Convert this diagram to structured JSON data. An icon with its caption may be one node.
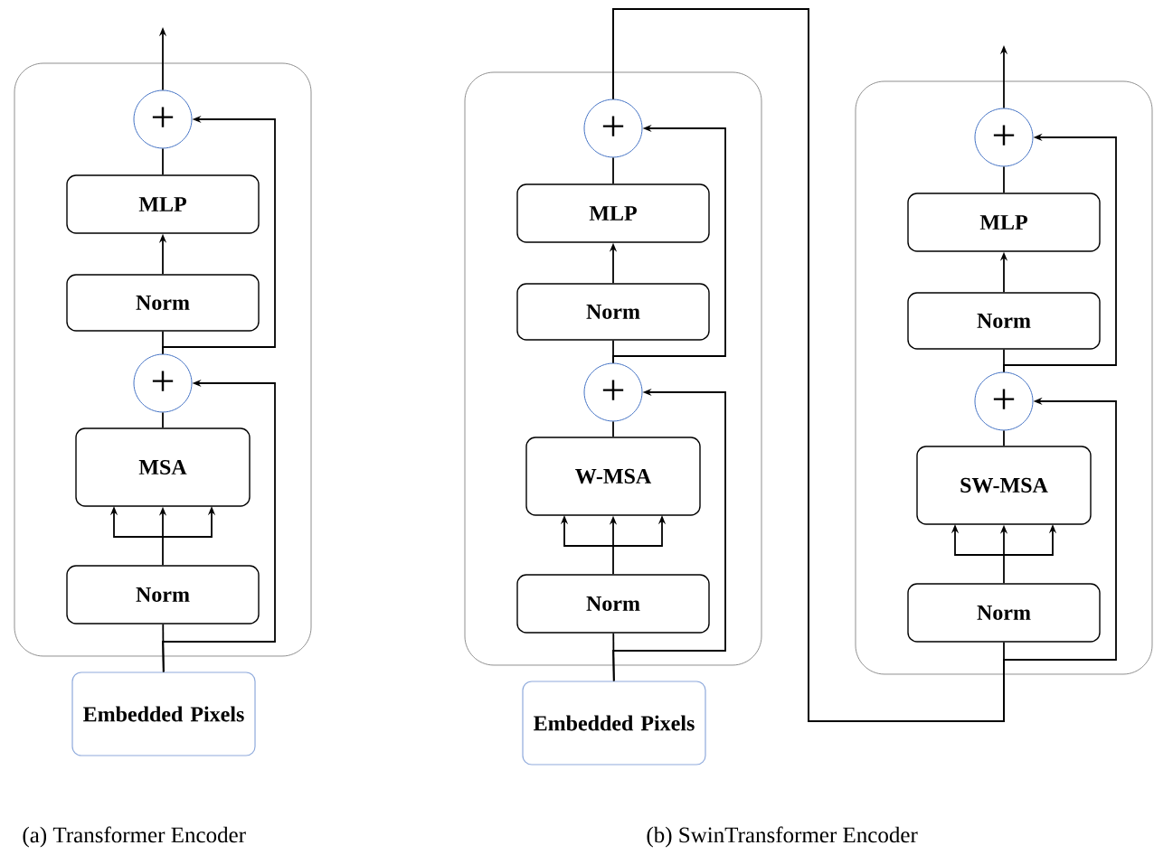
{
  "diagram": {
    "nodes": [
      {
        "text": [],
        "shape": "box"
      },
      {
        "text": [
          "+"
        ],
        "in": 0
      },
      {
        "text": [
          "MLP"
        ],
        "in": 0
      },
      {
        "text": [
          "Norm"
        ],
        "in": 0
      },
      {
        "text": [
          "+"
        ],
        "in": 0
      },
      {
        "text": [
          "MSA"
        ],
        "in": 0
      },
      {
        "text": [
          "Norm"
        ],
        "in": 0
      },
      {
        "text": [
          "Embedded Pixels"
        ]
      },
      {
        "text": [],
        "shape": "box"
      },
      {
        "text": [
          "+"
        ],
        "in": 8
      },
      {
        "text": [
          "MLP"
        ],
        "in": 8
      },
      {
        "text": [
          "Norm"
        ],
        "in": 8
      },
      {
        "text": [
          "+"
        ],
        "in": 8
      },
      {
        "text": [
          "W-MSA"
        ],
        "in": 8
      },
      {
        "text": [
          "Norm"
        ],
        "in": 8
      },
      {
        "text": [
          "Embedded Pixels"
        ]
      },
      {
        "text": [],
        "shape": "box"
      },
      {
        "text": [
          "+"
        ],
        "in": 16
      },
      {
        "text": [
          "MLP"
        ],
        "in": 16
      },
      {
        "text": [
          "Norm"
        ],
        "in": 16
      },
      {
        "text": [
          "+"
        ],
        "in": 16
      },
      {
        "text": [
          "SW-MSA"
        ],
        "in": 16
      },
      {
        "text": [
          "Norm"
        ],
        "in": 16
      }
    ],
    "edges": [
      {
        "from": 7,
        "to": 6,
        "arrow": "none"
      },
      {
        "from": 7,
        "to": 4,
        "arrow": "to"
      },
      {
        "from": 6,
        "to": 5,
        "arrow": "to"
      },
      {
        "from": 5,
        "to": 4,
        "arrow": "none"
      },
      {
        "from": 4,
        "to": 3,
        "arrow": "none"
      },
      {
        "from": 3,
        "to": 2,
        "arrow": "to"
      },
      {
        "from": 2,
        "to": 1,
        "arrow": "none"
      },
      {
        "from": 4,
        "to": 1,
        "arrow": "to"
      },
      {
        "from": 1,
        "to": null,
        "arrow": "to"
      },
      {
        "from": 15,
        "to": 14,
        "arrow": "none"
      },
      {
        "from": 15,
        "to": 12,
        "arrow": "to"
      },
      {
        "from": 14,
        "to": 13,
        "arrow": "to"
      },
      {
        "from": 13,
        "to": 12,
        "arrow": "none"
      },
      {
        "from": 12,
        "to": 11,
        "arrow": "none"
      },
      {
        "from": 11,
        "to": 10,
        "arrow": "to"
      },
      {
        "from": 10,
        "to": 9,
        "arrow": "none"
      },
      {
        "from": 12,
        "to": 9,
        "arrow": "to"
      },
      {
        "from": 9,
        "to": 22,
        "arrow": "none"
      },
      {
        "from": 9,
        "to": 20,
        "arrow": "to"
      },
      {
        "from": 22,
        "to": 21,
        "arrow": "to"
      },
      {
        "from": 21,
        "to": 20,
        "arrow": "none"
      },
      {
        "from": 20,
        "to": 19,
        "arrow": "none"
      },
      {
        "from": 19,
        "to": 18,
        "arrow": "to"
      },
      {
        "from": 18,
        "to": 17,
        "arrow": "none"
      },
      {
        "from": 20,
        "to": 17,
        "arrow": "to"
      },
      {
        "from": 17,
        "to": null,
        "arrow": "to"
      }
    ],
    "labels": [
      "(a) Transformer Encoder",
      "(b) SwinTransformer Encoder"
    ]
  }
}
